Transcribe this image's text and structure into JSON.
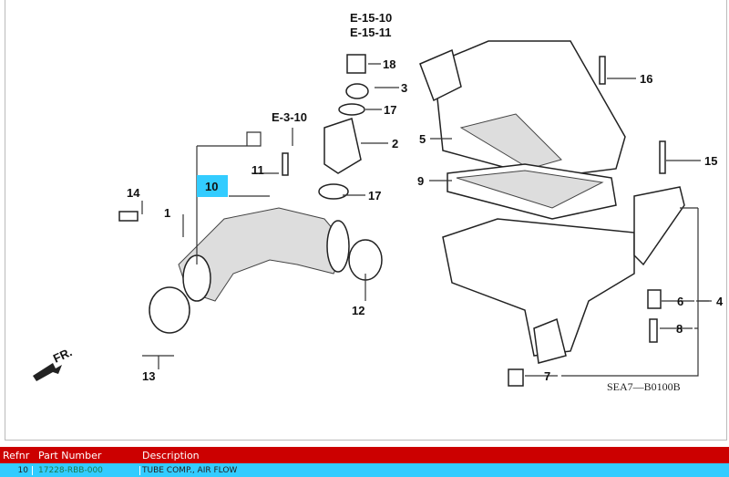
{
  "diagram": {
    "refs": {
      "r18": "18",
      "r3": "3",
      "r17a": "17",
      "r2": "2",
      "r17b": "17",
      "r16": "16",
      "r5": "5",
      "r15": "15",
      "r9": "9",
      "r14": "14",
      "r1": "1",
      "r11": "11",
      "r10": "10",
      "r12": "12",
      "r13": "13",
      "r6": "6",
      "r4": "4",
      "r8": "8",
      "r7": "7"
    },
    "refs_links": {
      "e1510": "E-15-10",
      "e1511": "E-15-11",
      "e310": "E-3-10"
    },
    "front_label": "FR.",
    "drawing_code": "SEA7—B0100B",
    "highlight_color": "#33ccff"
  },
  "table": {
    "headers": {
      "refnr": "Refnr",
      "part_number": "Part Number",
      "description": "Description"
    },
    "rows": [
      {
        "refnr": "10",
        "part_number": "17228-RBB-000",
        "description": "TUBE COMP., AIR FLOW"
      }
    ]
  }
}
